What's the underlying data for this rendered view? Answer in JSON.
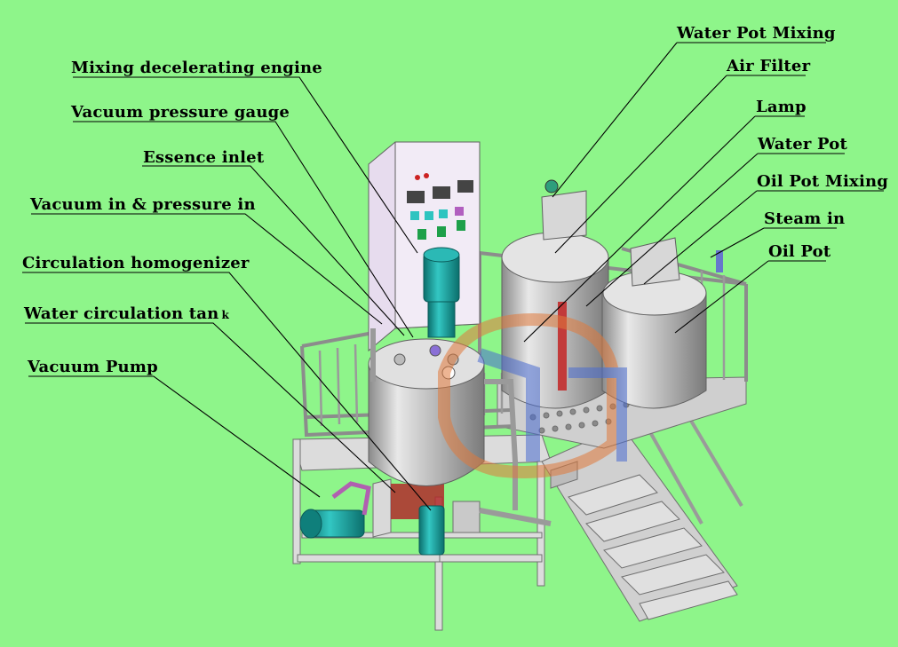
{
  "labels": {
    "mixing_decelerating_engine": "Mixing decelerating engine",
    "vacuum_pressure_gauge": "Vacuum pressure gauge",
    "essence_inlet": "Essence inlet",
    "vacuum_in_pressure_in": "Vacuum in & pressure in",
    "circulation_homogenizer": "Circulation homogenizer",
    "water_circulation_tank": "Water circulation tan",
    "water_circulation_tank_suffix": "k",
    "vacuum_pump": "Vacuum Pump",
    "water_pot_mixing": "Water Pot Mixing",
    "air_filter": "Air Filter",
    "lamp": "Lamp",
    "water_pot": "Water Pot",
    "oil_pot_mixing": "Oil Pot Mixing",
    "steam_in": "Steam in",
    "oil_pot": "Oil Pot"
  },
  "colors": {
    "background": "#8ef58a",
    "motor": "#1aa3a0",
    "vessel": "#c9c9c9",
    "cabinet": "#efe6f3",
    "frame": "#d8d8d8",
    "watermark": "#e07a3c"
  }
}
